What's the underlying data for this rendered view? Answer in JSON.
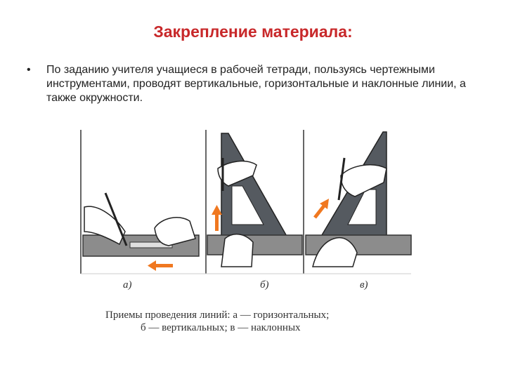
{
  "slide": {
    "title": "Закрепление материала:",
    "bullet_marker": "•",
    "bullet_text": "По заданию учителя учащиеся в рабочей тетради, пользуясь чертежными инструментами, проводят вертикальные, горизонтальные и наклонные линии, а также окружности."
  },
  "figure": {
    "labels": [
      "а)",
      "б)",
      "в)"
    ],
    "caption_line1": "Приемы проведения линий: а — горизонтальных;",
    "caption_line2": "б — вертикальных; в — наклонных",
    "arrow_color": "#f07820",
    "tool_color": "#555a60"
  }
}
